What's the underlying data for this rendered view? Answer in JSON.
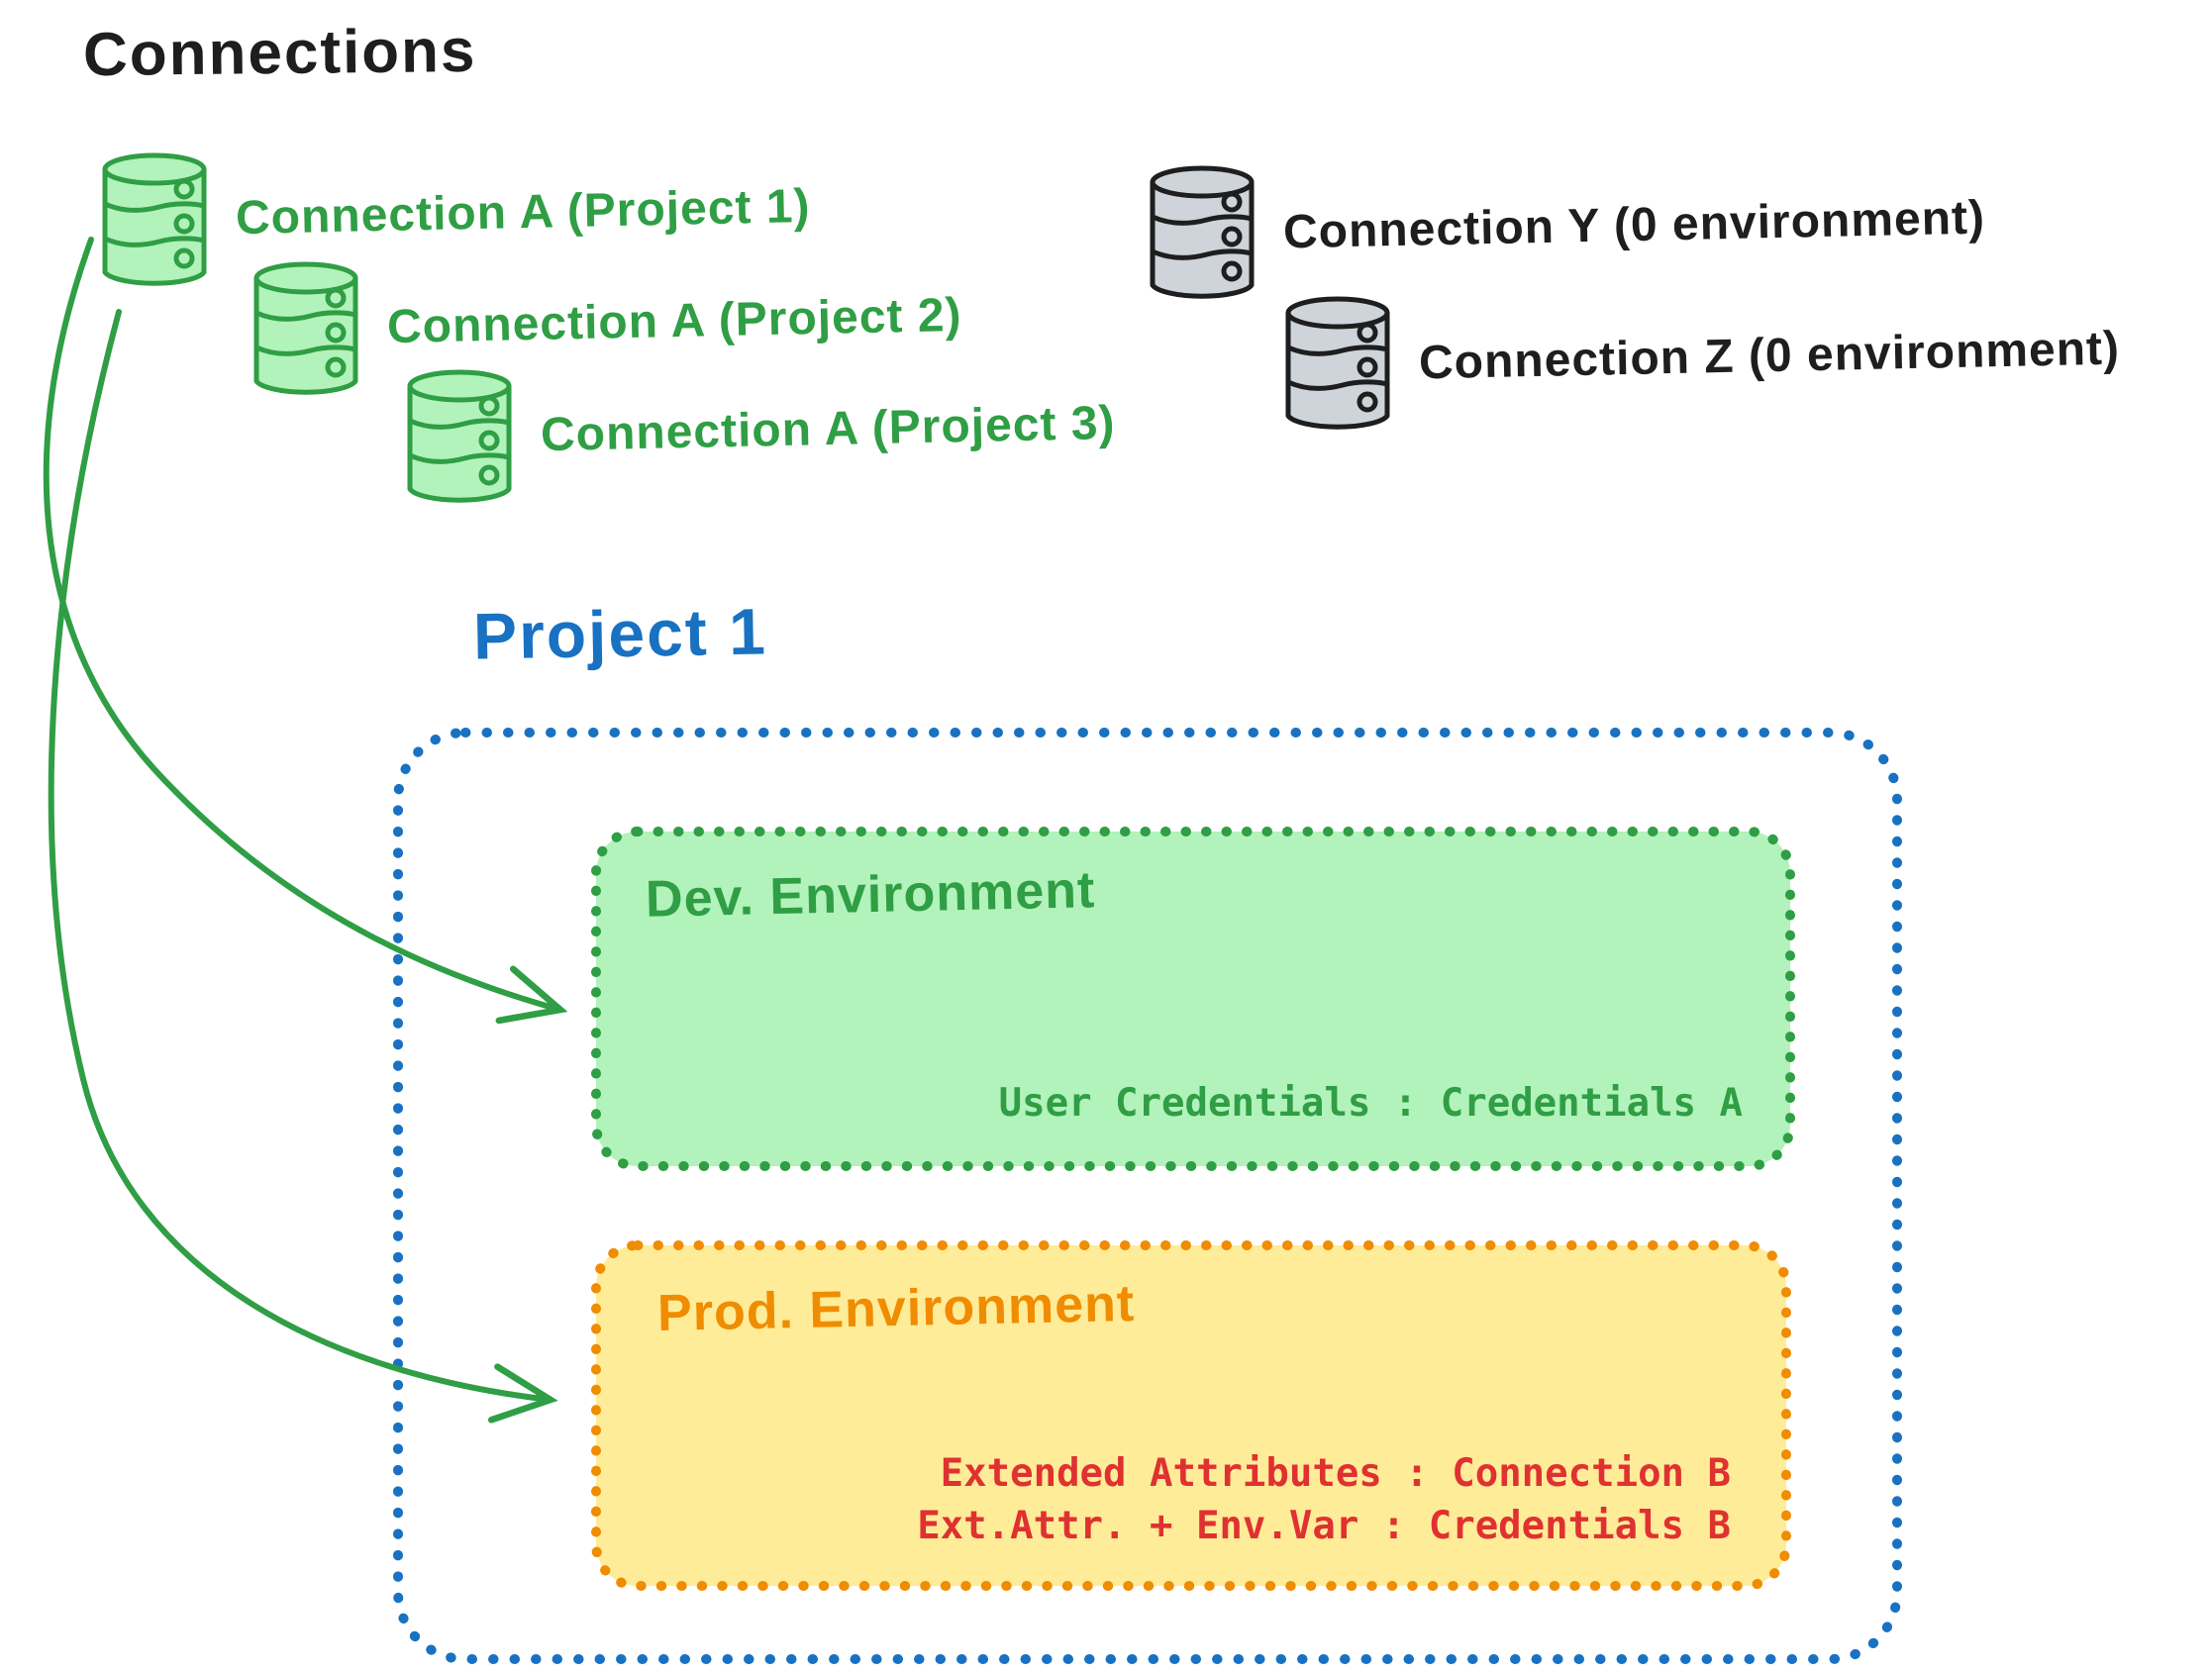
{
  "colors": {
    "background": "#ffffff",
    "ink": "#1e1e1e",
    "green": "#2f9e44",
    "green-fill": "#b2f2bb",
    "gray-fill": "#ced4da",
    "blue": "#1971c2",
    "orange": "#f08c00",
    "yellow-fill": "#ffec99",
    "red": "#e03131"
  },
  "title": "Connections",
  "green_connections": [
    {
      "icon": "database-icon",
      "label": "Connection A (Project 1)"
    },
    {
      "icon": "database-icon",
      "label": "Connection A (Project 2)"
    },
    {
      "icon": "database-icon",
      "label": "Connection A (Project 3)"
    }
  ],
  "gray_connections": [
    {
      "icon": "database-icon",
      "label": "Connection Y (0 environment)"
    },
    {
      "icon": "database-icon",
      "label": "Connection Z (0 environment)"
    }
  ],
  "project": {
    "title": "Project 1",
    "dev_environment": {
      "title": "Dev. Environment",
      "mapping": "User Credentials : Credentials A"
    },
    "prod_environment": {
      "title": "Prod. Environment",
      "mappings": [
        "Extended Attributes : Connection B",
        "Ext.Attr. + Env.Var : Credentials B"
      ]
    }
  }
}
